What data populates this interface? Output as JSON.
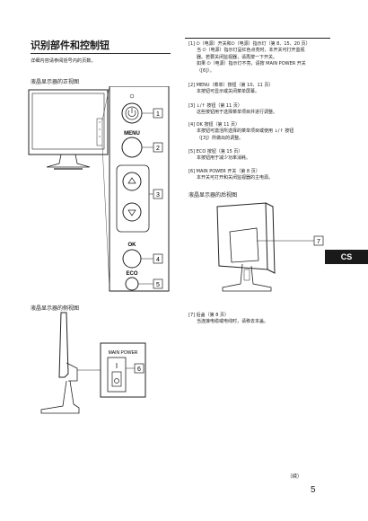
{
  "page": {
    "title": "识别部件和控制钮",
    "subtitle": "详细内容请参阅括号内的页数。",
    "front_caption": "液晶显示器的正视图",
    "side_caption": "液晶显示器的侧视图",
    "rear_caption": "液晶显示器的后视图",
    "lang_tab": "CS",
    "page_number": "5",
    "continued": "（续）"
  },
  "front_labels": {
    "menu": "MENU",
    "ok": "OK",
    "eco": "ECO",
    "n1": "1",
    "n2": "2",
    "n3": "3",
    "n4": "4",
    "n5": "5"
  },
  "side_labels": {
    "main_power": "MAIN POWER",
    "n6": "6"
  },
  "rear_labels": {
    "n7": "7"
  },
  "items": [
    {
      "head": "[1] ⏻（电源）开关和⏻（电源）指示灯（第 8、15、20 页）",
      "lines": [
        "当 ⏻（电源）指示灯呈红色点亮时，本开关可打开监视",
        "器。若要关闭监视器，请再按一下开关。",
        "如果 ⏻（电源）指示灯不亮，请按 MAIN POWER 开关",
        "（[6]）。"
      ]
    },
    {
      "head": "[2] MENU（菜单）按钮（第 10、11 页）",
      "lines": [
        "本按钮可显示或关闭菜单屏幕。"
      ]
    },
    {
      "head": "[3] ↓/↑ 按钮（第 11 页）",
      "lines": [
        "这些按钮用于选择菜单项目并进行调整。"
      ]
    },
    {
      "head": "[4] OK 按钮（第 11 页）",
      "lines": [
        "本按钮可激活所选择的菜单项目或使用 ↓/↑ 按钮",
        "（[3]）所做出的调整。"
      ]
    },
    {
      "head": "[5] ECO 按钮（第 15 页）",
      "lines": [
        "本按钮用于减少功率消耗。"
      ]
    },
    {
      "head": "[6] MAIN POWER 开关（第 8 页）",
      "lines": [
        "本开关可打开和关闭监视器的主电源。"
      ]
    },
    {
      "head": "[7] 后盖（第 8 页）",
      "lines": [
        "当连接电缆或电线时，请移去本盖。"
      ]
    }
  ]
}
